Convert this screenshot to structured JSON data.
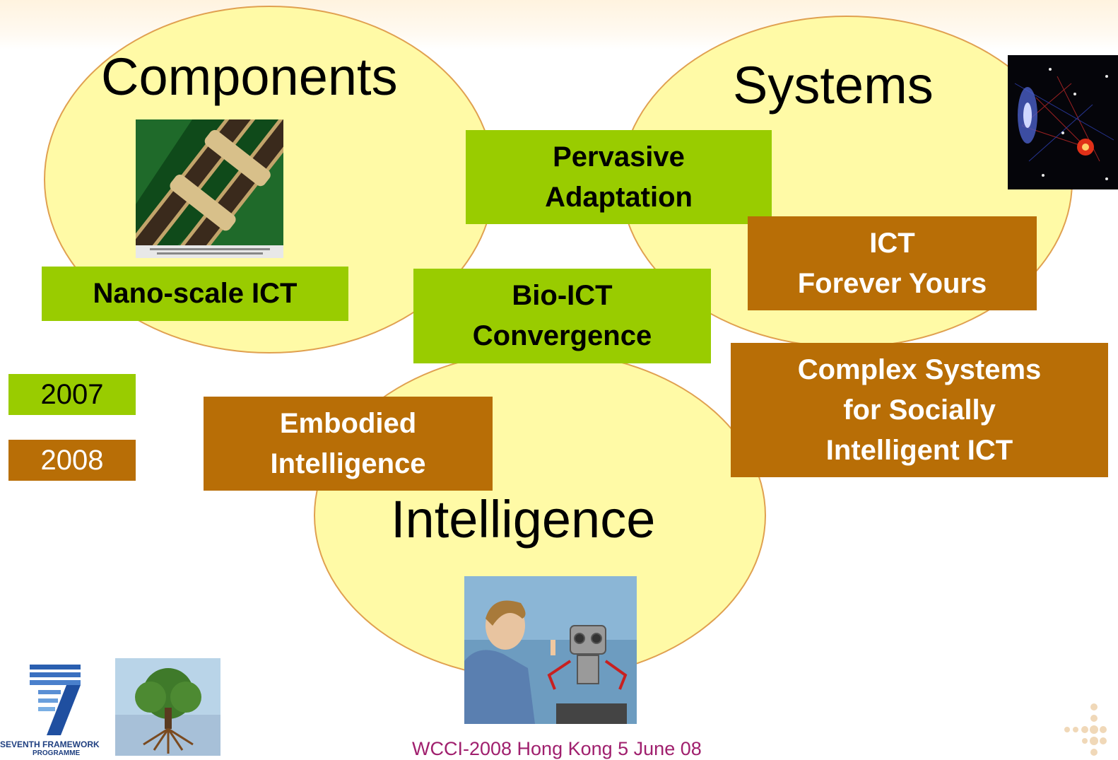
{
  "circles": {
    "components": "Components",
    "systems": "Systems",
    "intelligence": "Intelligence"
  },
  "boxes": {
    "pervasive": [
      "Pervasive",
      "Adaptation"
    ],
    "nano": [
      "Nano-scale ICT"
    ],
    "bio": [
      "Bio-ICT",
      "Convergence"
    ],
    "ict_forever": [
      "ICT",
      "Forever Yours"
    ],
    "complex": [
      "Complex Systems",
      "for Socially",
      "Intelligent ICT"
    ],
    "embodied": [
      "Embodied",
      "Intelligence"
    ]
  },
  "legend": {
    "year_2007": "2007",
    "year_2008": "2008"
  },
  "logos": {
    "fp7_text_1": "SEVENTH FRAMEWORK",
    "fp7_text_2": "PROGRAMME"
  },
  "footer": "WCCI-2008 Hong Kong 5 June 08",
  "colors": {
    "circle_fill": "#fffaa6",
    "circle_border": "#e0a050",
    "green_2007": "#99cc00",
    "brown_2008": "#b86e06",
    "footer_text": "#a0206e"
  }
}
